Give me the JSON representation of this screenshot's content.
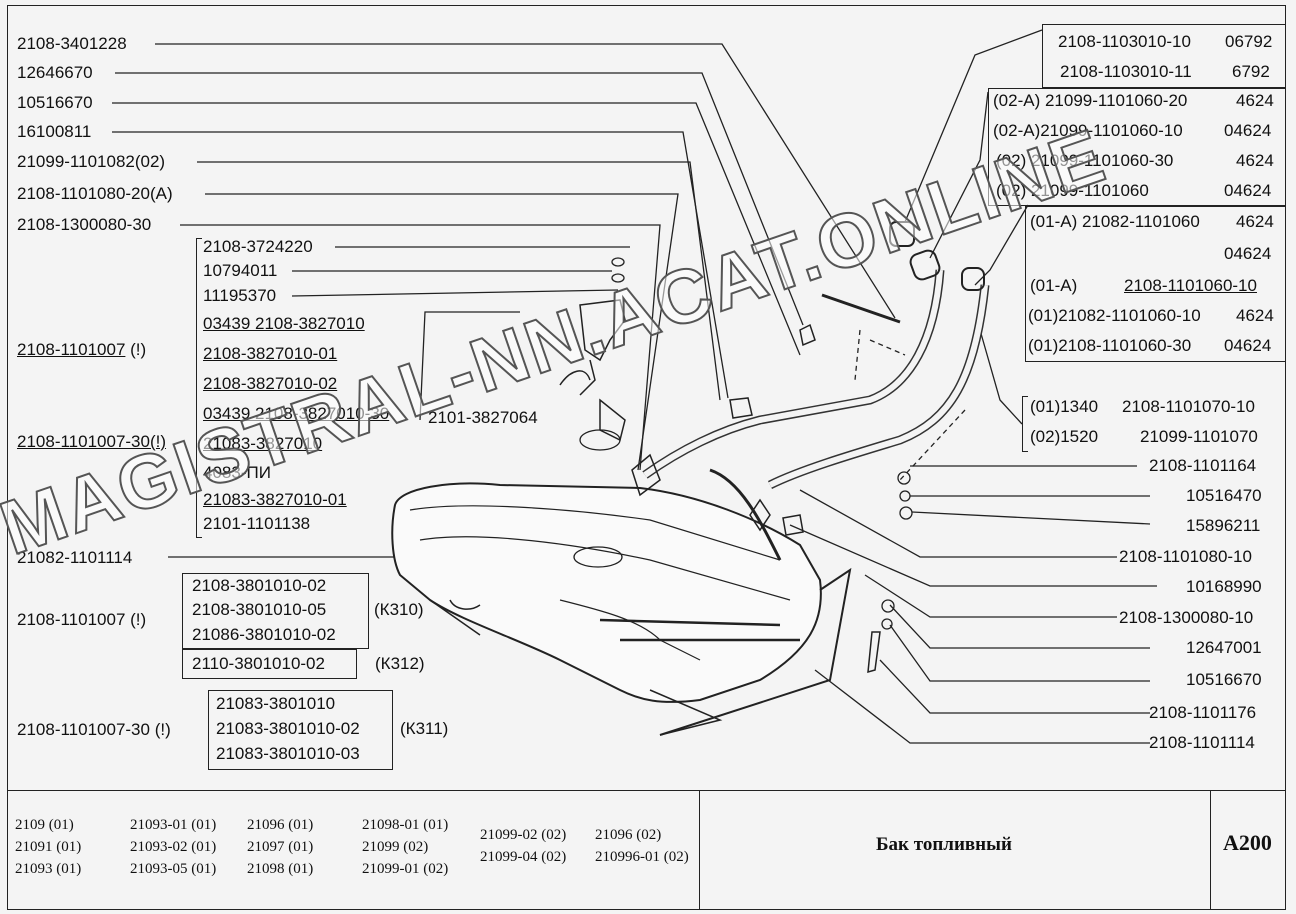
{
  "left_labels": [
    {
      "text": "2108-3401228"
    },
    {
      "text": "12646670"
    },
    {
      "text": "10516670"
    },
    {
      "text": "16100811"
    },
    {
      "text": "21099-1101082(02)"
    },
    {
      "text": "2108-1101080-20(A)"
    },
    {
      "text": "2108-1300080-30"
    }
  ],
  "pump_group": [
    "2108-3724220",
    "10794011",
    "11195370",
    "03439 2108-3827010",
    "2108-3827010-01",
    "2108-3827010-02",
    "03439 2108-3827010-30",
    "21083-3827010",
    "4083-ПИ",
    "21083-3827010-01",
    "2101-1101138"
  ],
  "assembly_labels": {
    "a1": "2108-1101007",
    "a1_mark": "(!)",
    "a2": "2108-1101007-30(!)",
    "center": "2101-3827064",
    "tank": "21082-1101114",
    "a3": "2108-1101007  (!)",
    "a4": "2108-1101007-30 (!)"
  },
  "sensor_group_1": [
    "2108-3801010-02",
    "2108-3801010-05",
    "21086-3801010-02"
  ],
  "sensor_group_1_code": "(К310)",
  "sensor_single": "2110-3801010-02",
  "sensor_single_code": "(К312)",
  "sensor_group_2": [
    "21083-3801010",
    "21083-3801010-02",
    "21083-3801010-03"
  ],
  "sensor_group_2_code": "(К311)",
  "top_right": [
    {
      "left": "2108-1103010-10",
      "right": "06792"
    },
    {
      "left": "2108-1103010-11",
      "right": "6792"
    }
  ],
  "filler_pipes": [
    {
      "left": "(02-А)  21099-1101060-20",
      "right": "4624"
    },
    {
      "left": "(02-А)21099-1101060-10",
      "right": "04624"
    },
    {
      "left": "(02)   21099-1101060-30",
      "right": "4624"
    },
    {
      "left": "(02)       21099-1101060",
      "right": "04624"
    },
    {
      "left": "(01-А) 21082-1101060",
      "right": "4624"
    },
    {
      "left": "",
      "right": "04624"
    },
    {
      "left": "(01-А)",
      "right": "2108-1101060-10"
    },
    {
      "left": "(01)21082-1101060-10",
      "right": "4624"
    },
    {
      "left": "(01)2108-1101060-30",
      "right": "04624"
    }
  ],
  "hose_labels": [
    {
      "left": "(01)1340",
      "right": "2108-1101070-10"
    },
    {
      "left": "(02)1520",
      "right": "21099-1101070"
    }
  ],
  "right_labels": [
    {
      "text": "2108-1101164"
    },
    {
      "text": "10516470"
    },
    {
      "text": "15896211"
    },
    {
      "text": "2108-1101080-10"
    },
    {
      "text": "10168990"
    },
    {
      "text": "2108-1300080-10"
    },
    {
      "text": "12647001"
    },
    {
      "text": "10516670"
    },
    {
      "text": "2108-1101176"
    },
    {
      "text": "2108-1101114"
    }
  ],
  "models": [
    [
      "2109 (01)",
      "21091 (01)",
      "21093 (01)"
    ],
    [
      "21093-01 (01)",
      "21093-02 (01)",
      "21093-05 (01)"
    ],
    [
      "21096 (01)",
      "21097 (01)",
      "21098 (01)"
    ],
    [
      "21098-01 (01)",
      "21099 (02)",
      "21099-01 (02)"
    ],
    [
      "21099-02 (02)",
      "21099-04 (02)"
    ],
    [
      "21096 (02)",
      "210996-01 (02)"
    ]
  ],
  "title": "Бак топливный",
  "code": "А200",
  "watermark": "MAGISTRAL-NN.ACAT.ONLINE"
}
